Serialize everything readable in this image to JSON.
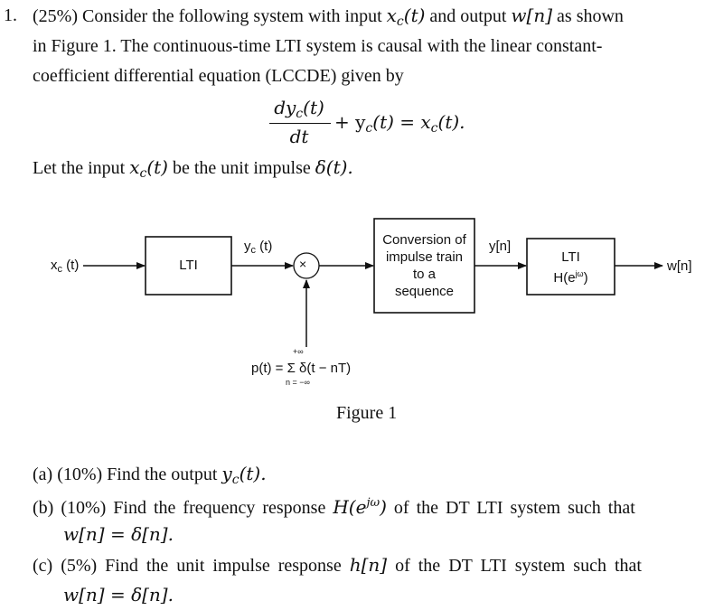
{
  "problem": {
    "number": "1.",
    "line1": "(25%) Consider the following system with input",
    "line1_var": "x",
    "line1_var_sub": "c",
    "line1_var_arg": "(t)",
    "line1_mid": "and output",
    "line1_var2": "w[n]",
    "line1_end": "as shown",
    "line2": "in Figure 1. The continuous-time LTI system is causal with the linear constant-",
    "line3": "coefficient differential equation (LCCDE) given by",
    "eq_num": "dy",
    "eq_num_sub": "c",
    "eq_num_arg": "(t)",
    "eq_den": "dt",
    "eq_rest": "+ y",
    "eq_rest_sub": "c",
    "eq_rest_mid": "(t) = x",
    "eq_rest_sub2": "c",
    "eq_rest_end": "(t).",
    "line4_a": "Let the input",
    "line4_var": "x",
    "line4_var_sub": "c",
    "line4_var_arg": "(t)",
    "line4_b": "be the unit impulse",
    "line4_delta": "δ(t)."
  },
  "figure": {
    "input_label": "x",
    "input_label_sub": "c",
    "input_label_arg": " (t)",
    "lti_box": "LTI",
    "yc_label": "y",
    "yc_label_sub": "c",
    "yc_label_arg": " (t)",
    "multiplier": "×",
    "conversion_line1": "Conversion of",
    "conversion_line2": "impulse train",
    "conversion_line3": "to a",
    "conversion_line4": "sequence",
    "yn_label": "y[n]",
    "dt_lti_line1": "LTI",
    "dt_lti_line2": "H(e",
    "dt_lti_line2_sup": "jω",
    "dt_lti_line2_end": ")",
    "output_label": "w[n]",
    "pt_upper": "+∞",
    "pt_main": "p(t) = Σ δ(t − nT)",
    "pt_lower": "n = −∞",
    "caption": "Figure 1"
  },
  "parts": {
    "a_label": "(a) (10%) Find the output",
    "a_var": "y",
    "a_var_sub": "c",
    "a_var_end": "(t).",
    "b_label": "(b) (10%) Find the frequency response",
    "b_var": "H(e",
    "b_var_sup": "jω",
    "b_var_end": ")",
    "b_rest": "of the DT LTI system such that",
    "b_line2": "w[n] = δ[n].",
    "c_label": "(c) (5%) Find the unit impulse response",
    "c_var": "h[n]",
    "c_rest": "of the DT LTI system such that",
    "c_line2": "w[n] = δ[n]."
  }
}
